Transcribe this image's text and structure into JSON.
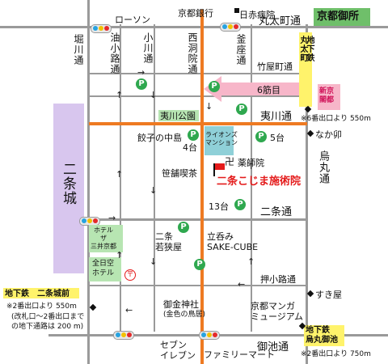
{
  "title": "二条こじま施術院",
  "streets": {
    "marutamachi": "丸太町通",
    "takeyacho": "竹屋町通",
    "ebisugawa": "夷川通",
    "nijo": "二条通",
    "oshikoji": "押小路通",
    "oike": "御池通",
    "horikawa": "堀川通",
    "aburanokoji": "油小路通",
    "ogawa": "小川通",
    "nishinotoin": "西洞院通",
    "kamanza": "釜座通",
    "karasuma": "烏丸通"
  },
  "labels": {
    "kyoto_gosho": "京都御所",
    "nijo_castle": "二条城",
    "lawson": "ローソン",
    "kyoto_bank": "京都銀行",
    "red_cross": "日赤病院",
    "rokujime": "6筋目",
    "ebisugawa_park": "夷川公園",
    "gyoza": "餃子の中島",
    "lions": "ライオンズ\nマンション",
    "yakushiji": "薬師院",
    "sasafune": "笹舗喫茶",
    "nijo_wakasaya": "二条\n若狭屋",
    "sake_cube": "立呑み\nSAKE-CUBE",
    "hotel_the_mitsui": "ホテル\nザ\n三井京都",
    "ana_hotel": "全日空\nホテル",
    "goryo_shrine": "御金神社",
    "goryo_sub": "(金色の鳥居)",
    "manga_museum": "京都マンガ\nミュージアム",
    "nakau": "なか卯",
    "sukiya": "すき屋",
    "seven_eleven": "セブン\nイレブン",
    "familymart": "ファミリーマート",
    "parking_4": "4台",
    "parking_5": "5台",
    "parking_13": "13台"
  },
  "stations": {
    "marutamachi": {
      "name": "地下鉄\n丸太町",
      "note": "※6番出口より 550m"
    },
    "nijojo": {
      "name": "地下鉄　二条城前",
      "note": "※2番出口より 550m",
      "note2": "(改札口～2番出口まで",
      "note3": "の地下通路は 200 m)"
    },
    "karasuma_oike": {
      "name": "地下鉄\n烏丸御池",
      "note": "※2番出口より 750m"
    }
  },
  "shinkyo": "新京\n閣都",
  "colors": {
    "route": "#ee7a22",
    "park": "#2fa84f",
    "castle": "#d8c6ee",
    "gosho": "#6fbf6a",
    "station": "#fff36b",
    "pink": "#f7b6c9"
  },
  "icons": [
    "parking-icon",
    "temple-icon",
    "flag-icon",
    "post-office-icon",
    "traffic-signal-icon"
  ]
}
